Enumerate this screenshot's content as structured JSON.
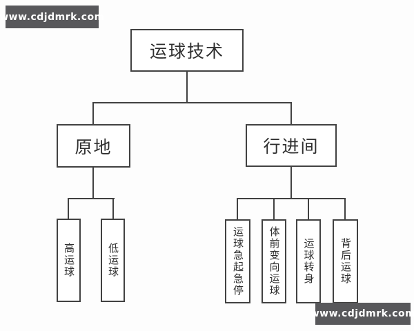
{
  "watermark": {
    "text": "www.cdjdmrk.com"
  },
  "colors": {
    "background": "#fdfdfd",
    "box_bg": "#ffffff",
    "line": "#414141",
    "text": "#2f2f2f",
    "banner_bg": "#58585b",
    "banner_text": "#ffffff"
  },
  "diagram": {
    "type": "tree",
    "root": {
      "label": "运球技术"
    },
    "branches": [
      {
        "label": "原地",
        "children": [
          {
            "label": "高运球"
          },
          {
            "label": "低运球"
          }
        ]
      },
      {
        "label": "行进间",
        "children": [
          {
            "label": "运球急起急停"
          },
          {
            "label": "体前变向运球"
          },
          {
            "label": "运球转身"
          },
          {
            "label": "背后运球"
          }
        ]
      }
    ]
  }
}
